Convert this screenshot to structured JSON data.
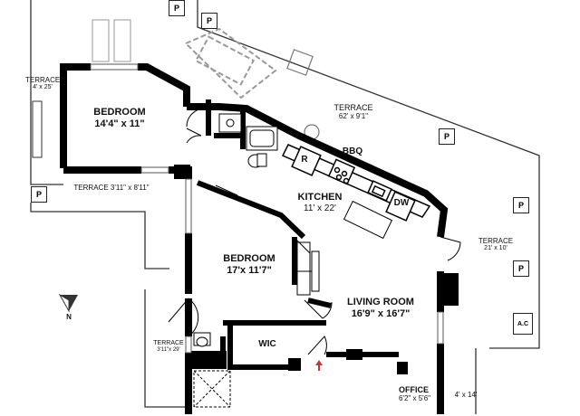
{
  "rooms": {
    "bedroom1": {
      "name": "BEDROOM",
      "dims": "14'4\" x 11\""
    },
    "bedroom2": {
      "name": "BEDROOM",
      "dims": "17'x 11'7\""
    },
    "kitchen": {
      "name": "KITCHEN",
      "dims": "11' x 22'"
    },
    "living": {
      "name": "LIVING ROOM",
      "dims": "16'9\" x 16'7\""
    },
    "office": {
      "name": "OFFICE",
      "dims": "6'2\" x 5'6\""
    },
    "wic": {
      "name": "WIC"
    }
  },
  "terraces": {
    "upper_left": {
      "name": "TERRACE",
      "dims": "4' x 25'"
    },
    "top": {
      "name": "TERRACE",
      "dims": "62' x 9'1\""
    },
    "left_mid": {
      "label": "TERRACE  3'11\" x 8'11\""
    },
    "right": {
      "name": "TERRACE",
      "dims": "21' x 10'"
    },
    "lower_left": {
      "name": "TERRACE",
      "dims": "3'11\"x 29'"
    },
    "bottom_right": {
      "dims": "4' x 14'"
    }
  },
  "fixtures": {
    "refrigerator": "R",
    "bbq": "BBQ",
    "dishwasher": "DW",
    "planter": "P",
    "ac": "A.C"
  },
  "compass": {
    "label": "N"
  }
}
